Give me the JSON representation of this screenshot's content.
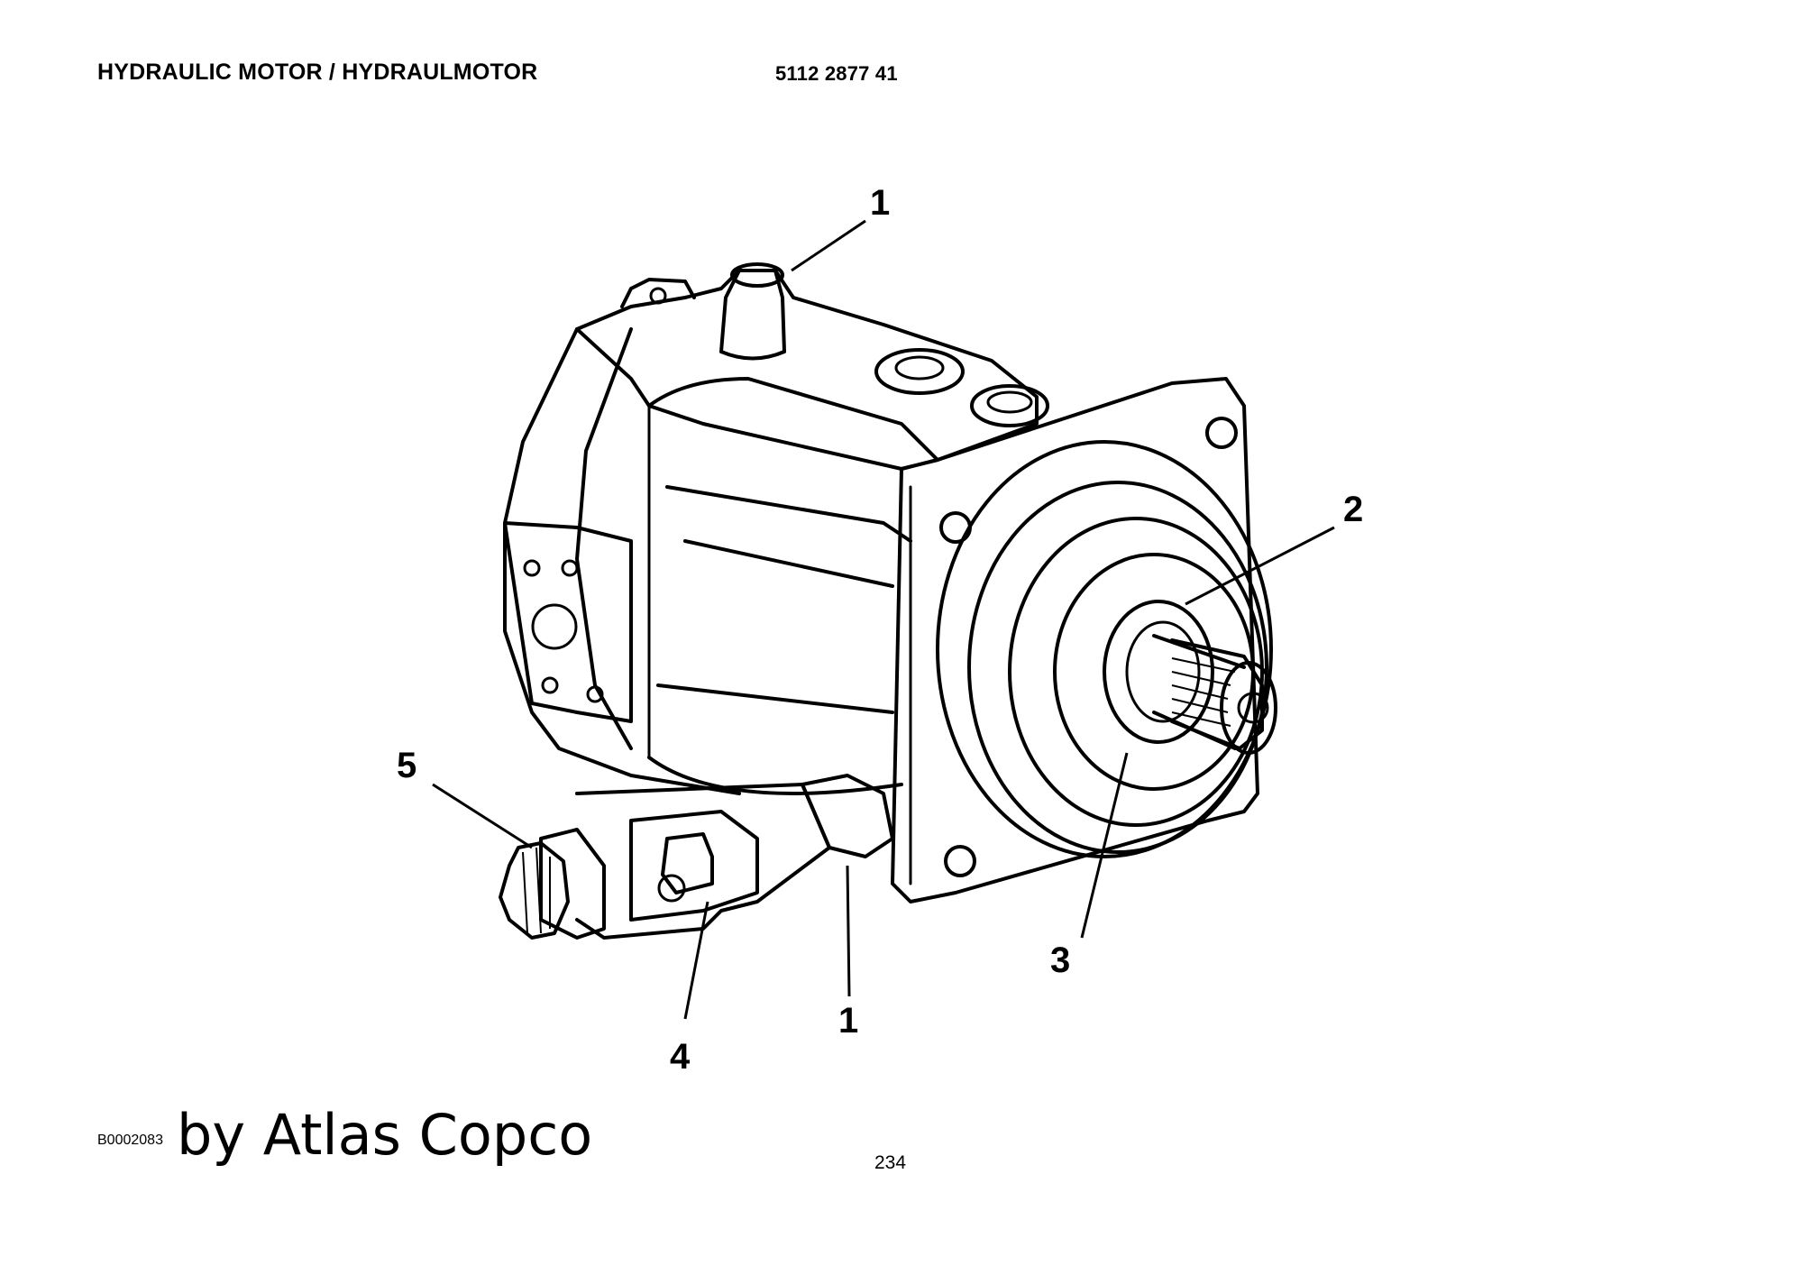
{
  "header": {
    "title": "HYDRAULIC MOTOR / HYDRAULMOTOR",
    "part_number": "5112 2877 41"
  },
  "callouts": [
    {
      "id": "c1-top",
      "label": "1"
    },
    {
      "id": "c2",
      "label": "2"
    },
    {
      "id": "c3",
      "label": "3"
    },
    {
      "id": "c4",
      "label": "4"
    },
    {
      "id": "c1-bottom",
      "label": "1"
    },
    {
      "id": "c5",
      "label": "5"
    }
  ],
  "footer": {
    "figure_code": "B0002083",
    "brand": "by Atlas Copco",
    "page_number": "234"
  }
}
